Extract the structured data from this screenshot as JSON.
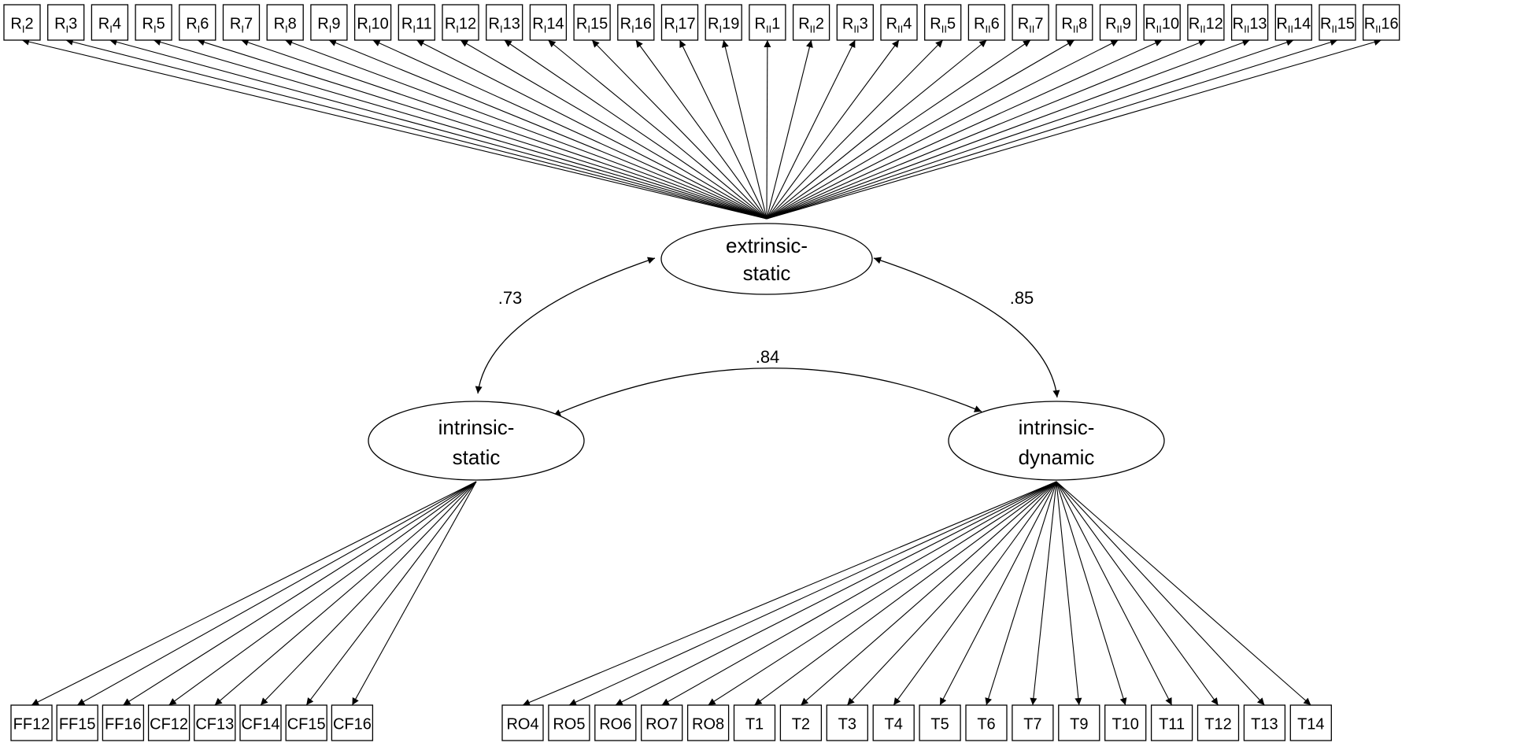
{
  "latents": {
    "extrinsic_static": {
      "line1": "extrinsic-",
      "line2": "static"
    },
    "intrinsic_static": {
      "line1": "intrinsic-",
      "line2": "static"
    },
    "intrinsic_dynamic": {
      "line1": "intrinsic-",
      "line2": "dynamic"
    }
  },
  "correlations": {
    "es_is": ".73",
    "es_id": ".85",
    "is_id": ".84"
  },
  "indicators": {
    "extrinsic_static": [
      {
        "base": "R",
        "sub": "I",
        "num": "2"
      },
      {
        "base": "R",
        "sub": "I",
        "num": "3"
      },
      {
        "base": "R",
        "sub": "I",
        "num": "4"
      },
      {
        "base": "R",
        "sub": "I",
        "num": "5"
      },
      {
        "base": "R",
        "sub": "I",
        "num": "6"
      },
      {
        "base": "R",
        "sub": "I",
        "num": "7"
      },
      {
        "base": "R",
        "sub": "I",
        "num": "8"
      },
      {
        "base": "R",
        "sub": "I",
        "num": "9"
      },
      {
        "base": "R",
        "sub": "I",
        "num": "10"
      },
      {
        "base": "R",
        "sub": "I",
        "num": "11"
      },
      {
        "base": "R",
        "sub": "I",
        "num": "12"
      },
      {
        "base": "R",
        "sub": "I",
        "num": "13"
      },
      {
        "base": "R",
        "sub": "I",
        "num": "14"
      },
      {
        "base": "R",
        "sub": "I",
        "num": "15"
      },
      {
        "base": "R",
        "sub": "I",
        "num": "16"
      },
      {
        "base": "R",
        "sub": "I",
        "num": "17"
      },
      {
        "base": "R",
        "sub": "I",
        "num": "19"
      },
      {
        "base": "R",
        "sub": "II",
        "num": "1"
      },
      {
        "base": "R",
        "sub": "II",
        "num": "2"
      },
      {
        "base": "R",
        "sub": "II",
        "num": "3"
      },
      {
        "base": "R",
        "sub": "II",
        "num": "4"
      },
      {
        "base": "R",
        "sub": "II",
        "num": "5"
      },
      {
        "base": "R",
        "sub": "II",
        "num": "6"
      },
      {
        "base": "R",
        "sub": "II",
        "num": "7"
      },
      {
        "base": "R",
        "sub": "II",
        "num": "8"
      },
      {
        "base": "R",
        "sub": "II",
        "num": "9"
      },
      {
        "base": "R",
        "sub": "II",
        "num": "10"
      },
      {
        "base": "R",
        "sub": "II",
        "num": "12"
      },
      {
        "base": "R",
        "sub": "II",
        "num": "13"
      },
      {
        "base": "R",
        "sub": "II",
        "num": "14"
      },
      {
        "base": "R",
        "sub": "II",
        "num": "15"
      },
      {
        "base": "R",
        "sub": "II",
        "num": "16"
      }
    ],
    "intrinsic_static": [
      "FF12",
      "FF15",
      "FF16",
      "CF12",
      "CF13",
      "CF14",
      "CF15",
      "CF16"
    ],
    "intrinsic_dynamic": [
      "RO4",
      "RO5",
      "RO6",
      "RO7",
      "RO8",
      "T1",
      "T2",
      "T3",
      "T4",
      "T5",
      "T6",
      "T7",
      "T9",
      "T10",
      "T11",
      "T12",
      "T13",
      "T14"
    ]
  }
}
